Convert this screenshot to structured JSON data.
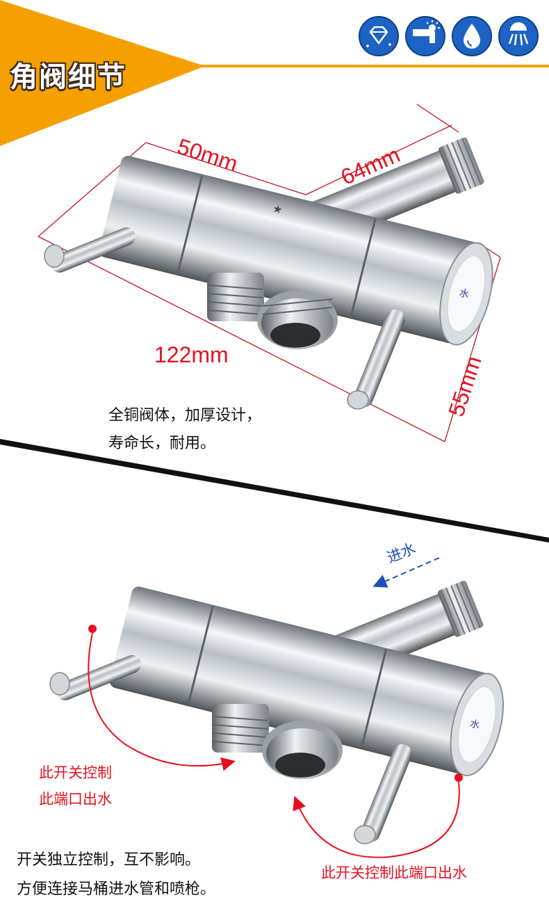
{
  "header": {
    "title": "角阀细节",
    "accent_color": "#f5a000",
    "feature_icons": [
      "diamond-sparkle-icon",
      "faucet-icon",
      "water-drop-icon",
      "shower-head-icon"
    ]
  },
  "section1": {
    "dim_width": "50mm",
    "dim_branch": "64mm",
    "dim_length": "122mm",
    "dim_height": "55mm",
    "desc_line1": "全铜阀体，加厚设计，",
    "desc_line2": "寿命长，耐用。"
  },
  "section2": {
    "inlet_label": "进水",
    "left_control_line1": "此开关控制",
    "left_control_line2": "此端口出水",
    "right_control": "此开关控制此端口出水",
    "desc_line1": "开关独立控制，互不影响。",
    "desc_line2": "方便连接马桶进水管和喷枪。"
  }
}
